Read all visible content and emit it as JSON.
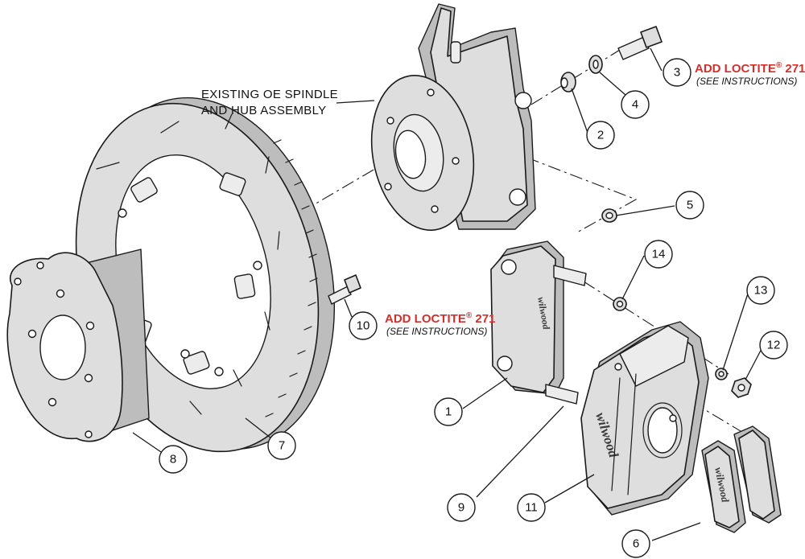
{
  "labels": {
    "spindle_line1": "EXISTING OE SPINDLE",
    "spindle_line2": "AND HUB ASSEMBLY"
  },
  "notes": {
    "loctite_main": "ADD LOCTITE",
    "loctite_reg": "®",
    "loctite_num": " 271",
    "loctite_sub": "(SEE INSTRUCTIONS)"
  },
  "brand": "wilwood",
  "callouts": [
    "1",
    "2",
    "3",
    "4",
    "5",
    "6",
    "7",
    "8",
    "9",
    "10",
    "11",
    "12",
    "13",
    "14"
  ]
}
